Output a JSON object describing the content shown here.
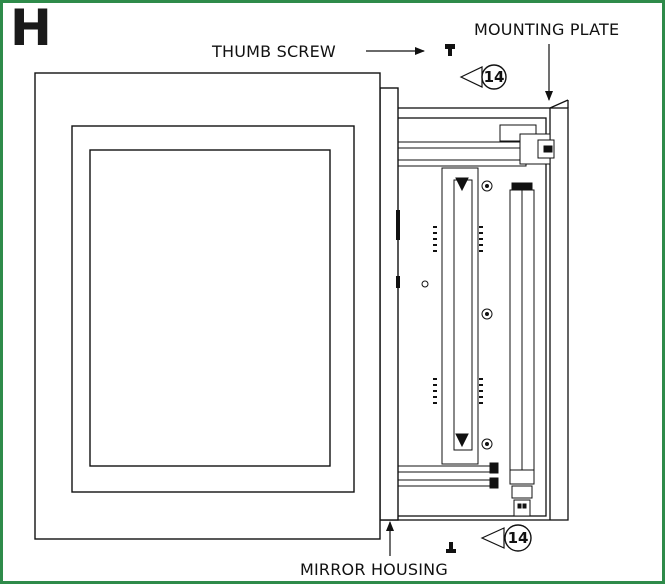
{
  "step": {
    "letter": "H"
  },
  "labels": {
    "thumb_screw": "THUMB SCREW",
    "mounting_plate": "MOUNTING PLATE",
    "mirror_housing": "MIRROR HOUSING"
  },
  "callouts": [
    {
      "number": "14"
    },
    {
      "number": "14"
    }
  ],
  "colors": {
    "border": "#2e8b4a",
    "ink": "#111111"
  }
}
